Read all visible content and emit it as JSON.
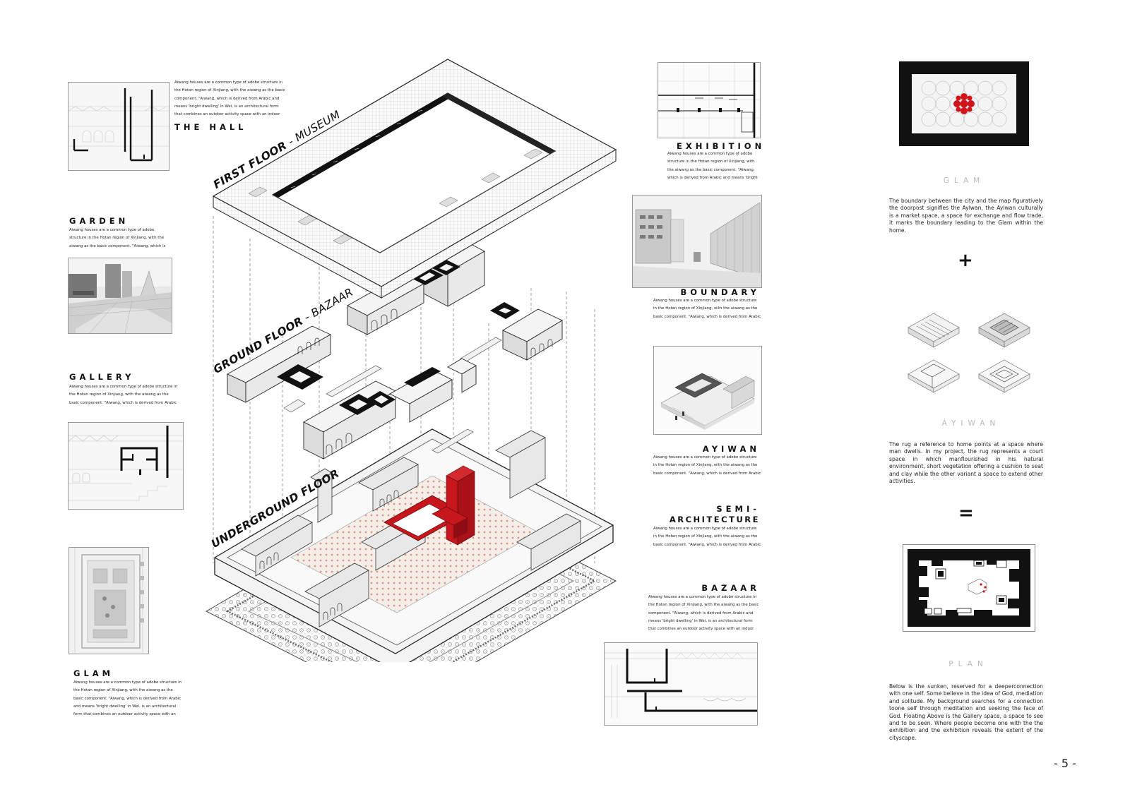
{
  "left_column": {
    "hall": {
      "title": "THE HALL",
      "text": "Aiwang houses are a common type of adobe structure in the Hotan region of Xinjiang, with the aiwang as the basic component. \"Aiwang, which is derived from Arabic and means 'bright dwelling' in Wei, is an architectural form that combines an outdoor activity space with an indoor activity space. It is characterized by raising the height of the roof."
    },
    "garden": {
      "title": "GARDEN",
      "text": "Aiwang houses are a common type of adobe structure in the Hotan region of Xinjiang, with the aiwang as the basic component. \"Aiwang, which is derived from Arabic and means 'bright"
    },
    "gallery": {
      "title": "GALLERY",
      "text": "Aiwang houses are a common type of adobe structure in the Hotan region of Xinjiang, with the aiwang as the basic component. \"Aiwang, which is derived from Arabic and means 'bright dwelling' in Wei, is an ar"
    },
    "glam": {
      "title": "GLAM",
      "text": "Aiwang houses are a common type of adobe structure in the Hotan region of Xinjiang, with the aiwang as the basic component. \"Aiwang, which is derived from Arabic and means 'bright dwelling' in Wei, is an architectural form that combines an outdoor activity space with an indoor activity space. It is characterized by raising the height of the roof."
    }
  },
  "center": {
    "first_floor": {
      "label": "FIRST FLOOR",
      "suffix": "MUSEUM"
    },
    "ground_floor": {
      "label": "GROUND FLOOR",
      "suffix": "BAZAAR"
    },
    "underground": {
      "label": "UNDERGROUND FLOOR"
    },
    "separator": " - "
  },
  "middle_column": {
    "exhibition": {
      "title": "EXHIBITION",
      "text": "Aiwang houses are a common type of adobe structure in the Hotan region of Xinjiang, with the aiwang as the basic component. \"Aiwang, which is derived from Arabic and means 'bright dwelling' in Wei, is an architectural form that combines an out-"
    },
    "boundary": {
      "title": "BOUNDARY",
      "text": "Aiwang houses are a common type of adobe structure in the Hotan region of Xinjiang, with the aiwang as the basic component. \"Aiwang, which is derived from Arabic and means 'bright dwelling' in Wei, is an ar"
    },
    "ayiwan": {
      "title": "AYIWAN",
      "text": "Aiwang houses are a common type of adobe structure in the Hotan region of Xinjiang, with the aiwang as the basic component. \"Aiwang, which is derived from Arabic and means 'bright dwelling' in Wei, is an ar"
    },
    "semi": {
      "title_line1": "SEMI-",
      "title_line2": "ARCHITECTURE",
      "text": "Aiwang houses are a common type of adobe structure in the Hotan region of Xinjiang, with the aiwang as the basic component. \"Aiwang, which is derived from Arabic and"
    },
    "bazaar": {
      "title": "BAZAAR",
      "text": "Aiwang houses are a common type of adobe structure in the Hotan region of Xinjiang, with the aiwang as the basic component. \"Aiwang, which is derived from Arabic and means 'bright dwelling' in Wei, is an architectural form that combines an outdoor activity space with an indoor activity"
    }
  },
  "right_column": {
    "glam_caption": "GLAM",
    "glam_text": "The boundary between the city and the map figuratively the doorpost signifies the Aylwan, the Aylwan culturally is a market space, a space for exchange and flow trade, it marks the boundary leading to the Glam within the home.",
    "plus": "+",
    "ayiwan_caption": "AYIWAN",
    "ayiwan_text": "The rug a reference to home points at a space where man dwells. In my project, the rug represents a court space in which manflourished in his natural environment, short vegetation offering a cushion to seat and clay while the other variant a space to extend other activities.",
    "equals": "=",
    "plan_caption": "PLAN",
    "plan_text": "Below is the sunken, reserved for a deeperconnection with one self. Some believe in the idea of God, mediation and solitude. My background searches for a connection toone self through meditation and seeking the face of God. Floating Above is the Gallery space, a space to see and to be seen. Where people become one with the the exhibition and the exhibition reveals the extent of the cityscape."
  },
  "page_number": "- 5 -",
  "colors": {
    "accent": "#c8161d",
    "ink": "#111111",
    "caption": "#b9b9b9"
  }
}
